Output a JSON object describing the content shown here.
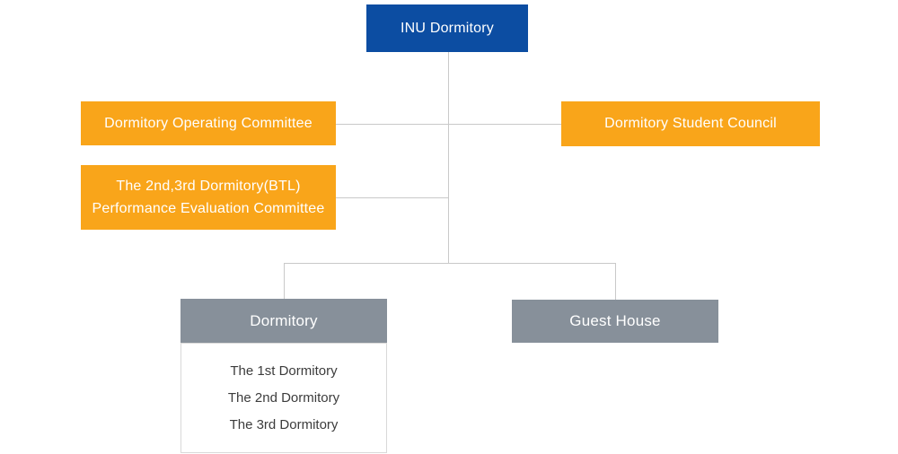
{
  "org_chart": {
    "root": {
      "label": "INU Dormitory"
    },
    "committees": [
      {
        "id": "operating-committee",
        "label": "Dormitory Operating Committee"
      },
      {
        "id": "student-council",
        "label": "Dormitory Student Council"
      },
      {
        "id": "btl-evaluation-committee",
        "label_line1": "The 2nd,3rd Dormitory(BTL)",
        "label_line2": "Performance Evaluation Committee"
      }
    ],
    "facilities": [
      {
        "id": "dormitory",
        "label": "Dormitory",
        "children": [
          "The 1st Dormitory",
          "The 2nd Dormitory",
          "The 3rd Dormitory"
        ]
      },
      {
        "id": "guest-house",
        "label": "Guest House",
        "children": []
      }
    ]
  },
  "colors": {
    "root_box": "#0c4da2",
    "committee_box": "#f9a51a",
    "facility_box": "#87909a",
    "connector_line": "#c9c9c9",
    "list_text": "#3c3c3c",
    "list_border": "#d9d9d9"
  }
}
